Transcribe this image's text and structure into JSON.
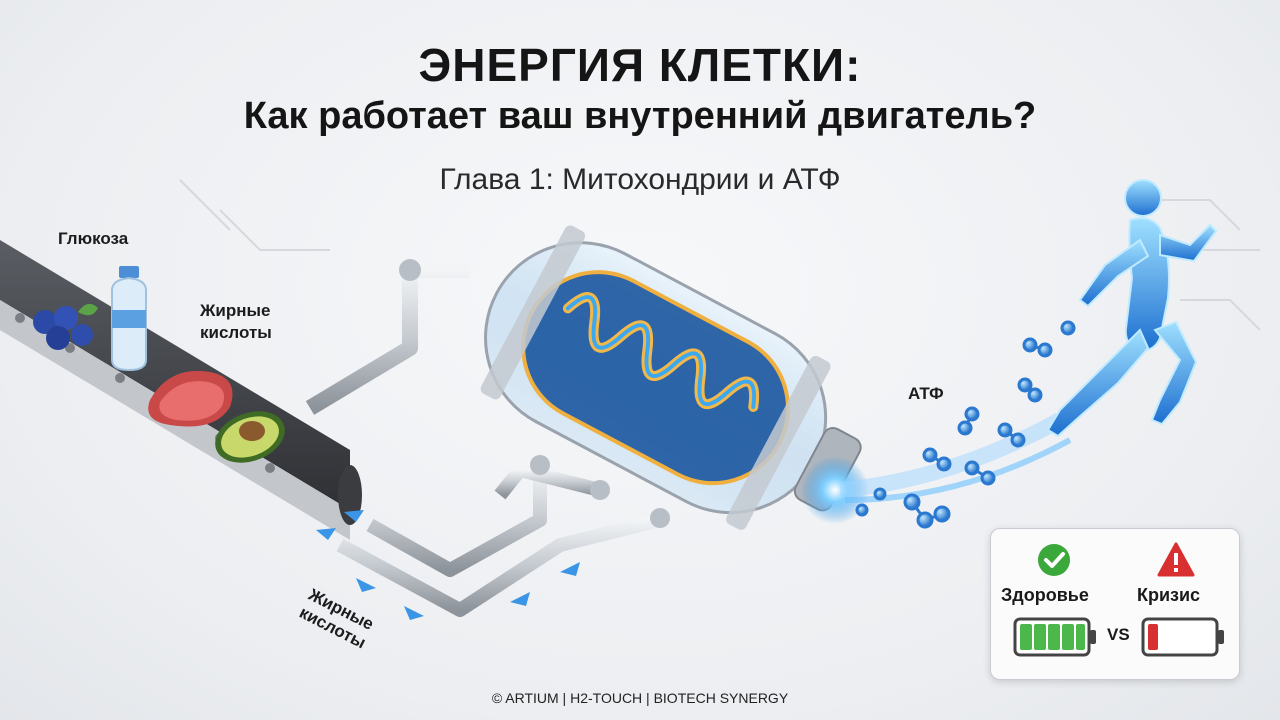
{
  "title": {
    "line1": "ЭНЕРГИЯ КЛЕТКИ:",
    "line2": "Как работает ваш внутренний двигатель?",
    "subtitle": "Глава 1: Митохондрии и АТФ"
  },
  "labels": {
    "glucose": "Глюкоза",
    "fatty_acids_top_1": "Жирные",
    "fatty_acids_top_2": "кислоты",
    "atp": "АТФ",
    "fatty_acids_bottom_1": "Жирные",
    "fatty_acids_bottom_2": "кислоты"
  },
  "status_panel": {
    "health_label": "Здоровье",
    "crisis_label": "Кризис",
    "vs_label": "VS",
    "health_icon": "check-circle-icon",
    "crisis_icon": "warning-triangle-icon",
    "health_battery_level": 1.0,
    "crisis_battery_level": 0.15
  },
  "footer": "© ARTIUM | H2-TOUCH | BIOTECH SYNERGY",
  "colors": {
    "accent_blue": "#2f8fe0",
    "mito_orange": "#e8a23a",
    "health_green": "#3aa83a",
    "crisis_red": "#d83030"
  }
}
